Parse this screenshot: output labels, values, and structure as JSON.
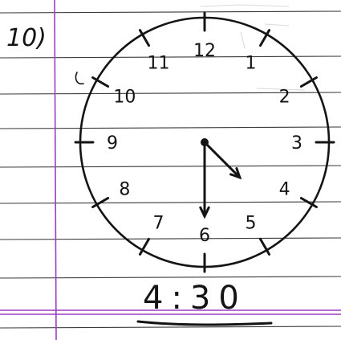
{
  "question_number": "10)",
  "clock": {
    "numerals": [
      "12",
      "1",
      "2",
      "3",
      "4",
      "5",
      "6",
      "7",
      "8",
      "9",
      "10",
      "11"
    ],
    "hour_hand_position": 4.5,
    "minute_hand_position": 30
  },
  "answer": "4:30",
  "colors": {
    "paper": "#ffffff",
    "rule_line": "#3a3a3a",
    "margin_line": "#9b3fc4",
    "ink": "#141414"
  }
}
